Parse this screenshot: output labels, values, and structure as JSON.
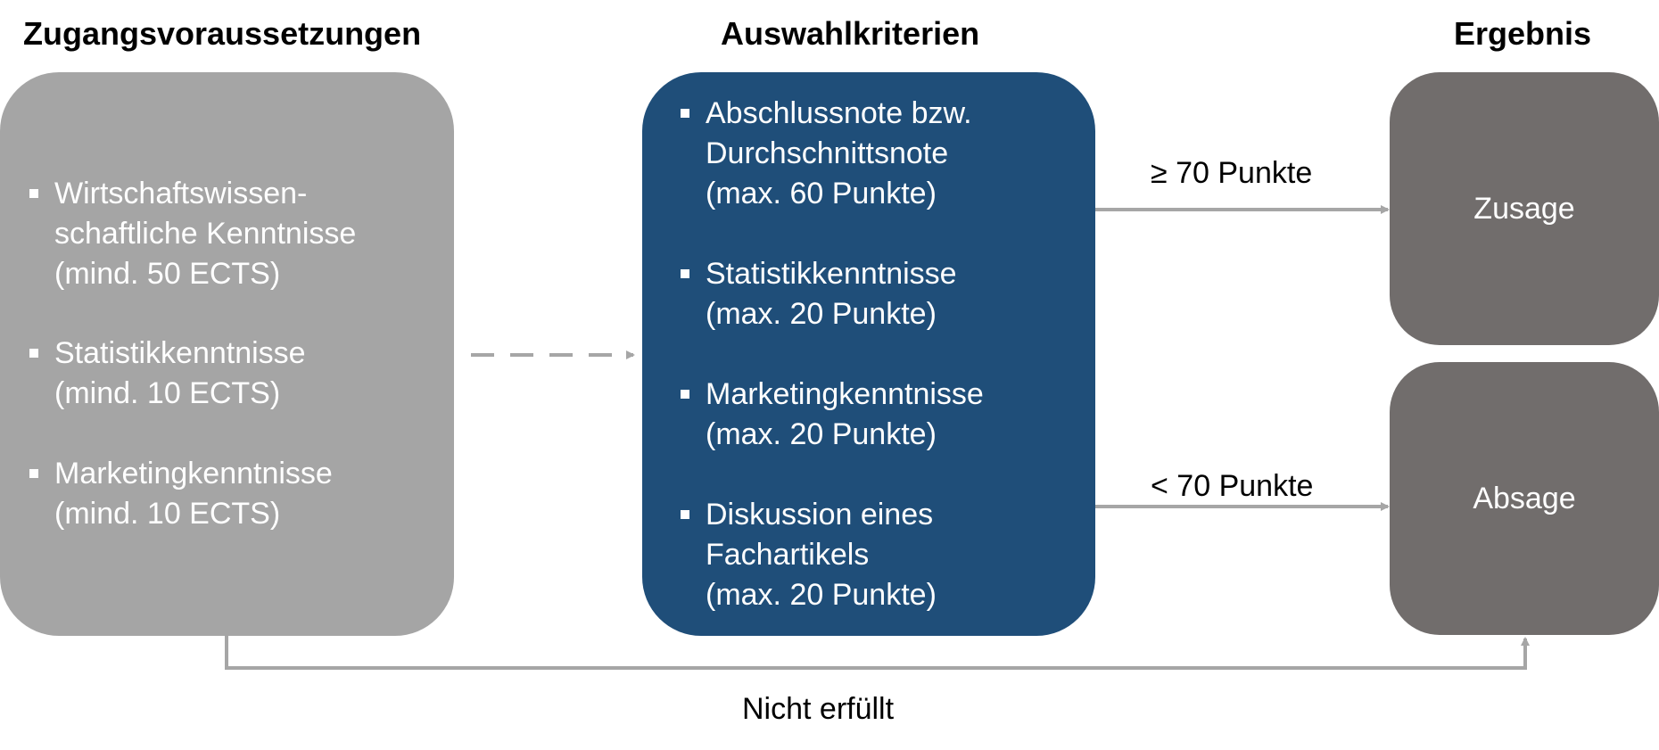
{
  "headings": {
    "left": "Zugangsvoraussetzungen",
    "middle": "Auswahlkriterien",
    "right": "Ergebnis"
  },
  "colors": {
    "left_box": "#a5a5a5",
    "middle_box": "#1f4e79",
    "result_box": "#716d6c",
    "connector": "#a6a6a6"
  },
  "zugangsvoraussetzungen": [
    {
      "lines": [
        "Wirtschaftswissen-",
        "schaftliche Kenntnisse",
        "(mind. 50 ECTS)"
      ]
    },
    {
      "lines": [
        "Statistikkenntnisse",
        "(mind. 10 ECTS)"
      ]
    },
    {
      "lines": [
        "Marketingkenntnisse",
        "(mind. 10 ECTS)"
      ]
    }
  ],
  "auswahlkriterien": [
    {
      "lines": [
        "Abschlussnote bzw.",
        "Durchschnittsnote",
        "(max. 60 Punkte)"
      ]
    },
    {
      "lines": [
        "Statistikkenntnisse",
        "(max. 20 Punkte)"
      ]
    },
    {
      "lines": [
        "Marketingkenntnisse",
        "(max. 20 Punkte)"
      ]
    },
    {
      "lines": [
        "Diskussion eines",
        "Fachartikels",
        "(max. 20 Punkte)"
      ]
    }
  ],
  "ergebnis": {
    "zusage": "Zusage",
    "absage": "Absage"
  },
  "edges": {
    "ge70": "≥ 70 Punkte",
    "lt70": "< 70 Punkte",
    "nicht_erfuellt": "Nicht erfüllt"
  }
}
